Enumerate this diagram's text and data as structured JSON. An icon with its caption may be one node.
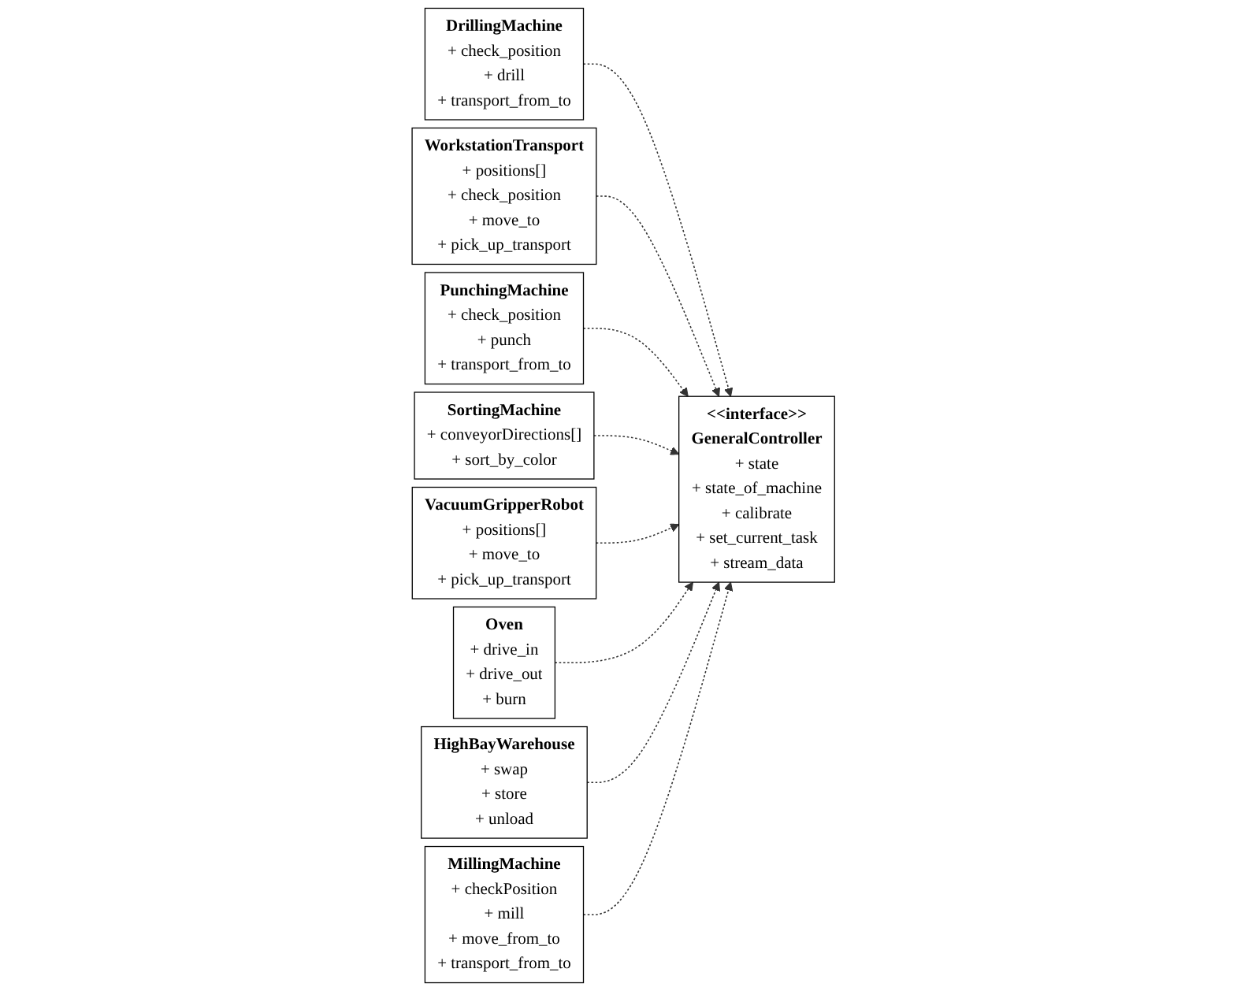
{
  "diagram": {
    "nodes": [
      {
        "text": [
          "WorkstationTransport",
          "+ positions[]",
          "+ check_position",
          "+ move_to",
          "+ pick_up_transport"
        ]
      },
      {
        "text": [
          "DrillingMachine",
          "+ check_position",
          "+ drill",
          "+ transport_from_to"
        ]
      },
      {
        "text": [
          "PunchingMachine",
          "+ check_position",
          "+ punch",
          "+ transport_from_to"
        ]
      },
      {
        "text": [
          "<<interface>>",
          "GeneralController",
          "+ state",
          "+ state_of_machine",
          "+ calibrate",
          "+ set_current_task",
          "+ stream_data"
        ]
      },
      {
        "text": [
          "SortingMachine",
          "+ conveyorDirections[]",
          "+ sort_by_color"
        ]
      },
      {
        "text": [
          "VacuumGripperRobot",
          "+ positions[]",
          "+ move_to",
          "+ pick_up_transport"
        ]
      },
      {
        "text": [
          "Oven",
          "+ drive_in",
          "+ drive_out",
          "+ burn"
        ]
      },
      {
        "text": [
          "MillingMachine",
          "+ checkPosition",
          "+ mill",
          "+ move_from_to",
          "+ transport_from_to"
        ]
      },
      {
        "text": [
          "HighBayWarehouse",
          "+ swap",
          "+ store",
          "+ unload"
        ]
      }
    ],
    "edges": [
      {
        "from": 1,
        "to": 3,
        "arrow": "to",
        "style": "dashed"
      },
      {
        "from": 0,
        "to": 3,
        "arrow": "to",
        "style": "dashed"
      },
      {
        "from": 2,
        "to": 3,
        "arrow": "to",
        "style": "dashed"
      },
      {
        "from": 4,
        "to": 3,
        "arrow": "to",
        "style": "dashed"
      },
      {
        "from": 5,
        "to": 3,
        "arrow": "to",
        "style": "dashed"
      },
      {
        "from": 6,
        "to": 3,
        "arrow": "to",
        "style": "dashed"
      },
      {
        "from": 8,
        "to": 3,
        "arrow": "to",
        "style": "dashed"
      },
      {
        "from": 7,
        "to": 3,
        "arrow": "to",
        "style": "dashed"
      }
    ]
  }
}
